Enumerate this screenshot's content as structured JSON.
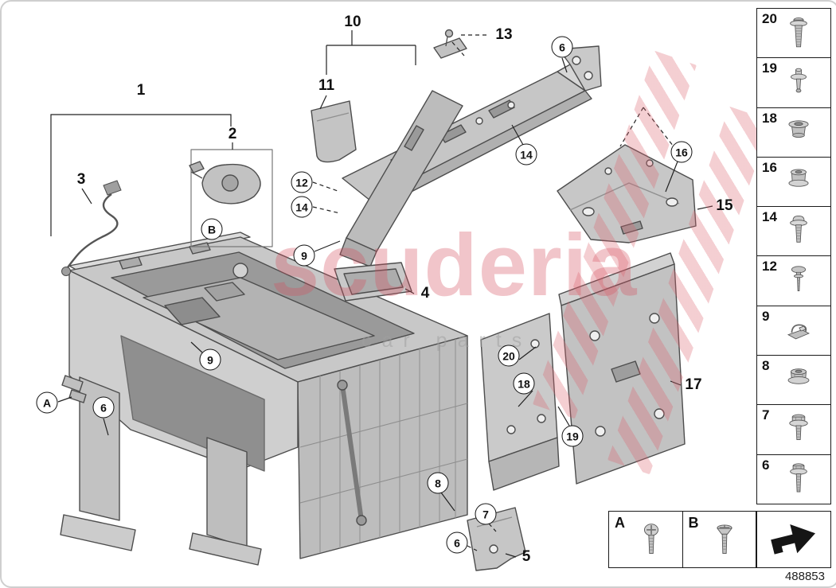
{
  "doc": {
    "part_number": "488853"
  },
  "watermark": {
    "title": "scuderia",
    "subtitle": "car parts"
  },
  "sidebar": {
    "items": [
      {
        "number": "20",
        "icon": "flanged-screw-icon"
      },
      {
        "number": "19",
        "icon": "stud-bolt-icon"
      },
      {
        "number": "18",
        "icon": "grommet-icon"
      },
      {
        "number": "16",
        "icon": "flanged-nut-icon"
      },
      {
        "number": "14",
        "icon": "washer-screw-icon"
      },
      {
        "number": "12",
        "icon": "push-rivet-icon"
      },
      {
        "number": "9",
        "icon": "cage-clip-icon"
      },
      {
        "number": "8",
        "icon": "flange-nut-icon"
      },
      {
        "number": "7",
        "icon": "hex-flange-bolt-icon"
      },
      {
        "number": "6",
        "icon": "hex-flange-bolt-icon"
      }
    ]
  },
  "legend": {
    "items": [
      {
        "label": "A",
        "icon": "pan-head-screw-icon"
      },
      {
        "label": "B",
        "icon": "countersunk-screw-icon"
      }
    ],
    "arrow_icon": "direction-arrow-icon"
  },
  "callouts": [
    {
      "label": "1"
    },
    {
      "label": "2"
    },
    {
      "label": "3"
    },
    {
      "label": "10"
    },
    {
      "label": "11"
    },
    {
      "label": "13"
    },
    {
      "label": "15"
    },
    {
      "label": "4"
    },
    {
      "label": "17"
    },
    {
      "label": "5"
    },
    {
      "label": "6"
    },
    {
      "label": "14"
    },
    {
      "label": "16"
    },
    {
      "label": "12"
    },
    {
      "label": "14"
    },
    {
      "label": "B"
    },
    {
      "label": "9"
    },
    {
      "label": "9"
    },
    {
      "label": "A"
    },
    {
      "label": "6"
    },
    {
      "label": "20"
    },
    {
      "label": "18"
    },
    {
      "label": "19"
    },
    {
      "label": "8"
    },
    {
      "label": "7"
    },
    {
      "label": "6"
    }
  ]
}
